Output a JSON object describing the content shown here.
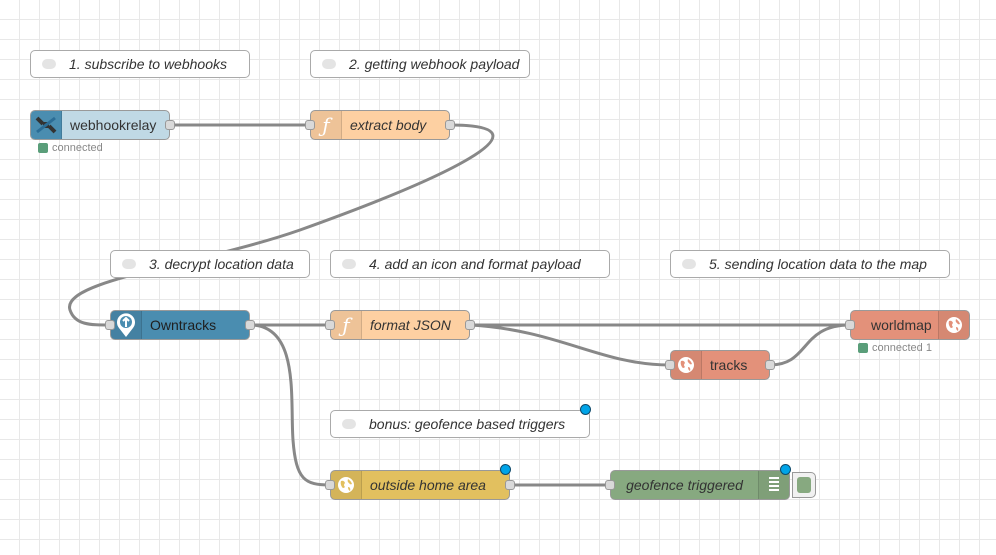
{
  "colors": {
    "webhook": "#c0d9e5",
    "function": "#fdd0a2",
    "owntracks": "#4a8db0",
    "worldmap": "#e3917a",
    "tracks": "#e3917a",
    "switch": "#e2c05f",
    "debug": "#87a980",
    "status_connected": "#5a9e7a",
    "wire": "#888888"
  },
  "comments": [
    {
      "label": "1. subscribe to webhooks"
    },
    {
      "label": "2. getting webhook payload"
    },
    {
      "label": "3. decrypt location data"
    },
    {
      "label": "4. add an icon and format payload"
    },
    {
      "label": "5. sending location data to the map"
    },
    {
      "label": "bonus: geofence based triggers"
    }
  ],
  "nodes": {
    "webhookrelay": {
      "label": "webhookrelay",
      "icon": "satellite-icon",
      "status": "connected"
    },
    "extract_body": {
      "label": "extract body",
      "icon": "function-icon"
    },
    "owntracks": {
      "label": "Owntracks",
      "icon": "location-pin-icon"
    },
    "format_json": {
      "label": "format JSON",
      "icon": "function-icon"
    },
    "worldmap": {
      "label": "worldmap",
      "icon": "globe-icon",
      "status": "connected 1"
    },
    "tracks": {
      "label": "tracks",
      "icon": "globe-icon"
    },
    "outside_home": {
      "label": "outside home area",
      "icon": "globe-icon"
    },
    "geofence_triggered": {
      "label": "geofence triggered",
      "icon": "debug-list-icon"
    }
  },
  "glyphs": {
    "function": "ƒ",
    "satellite": "✕"
  }
}
